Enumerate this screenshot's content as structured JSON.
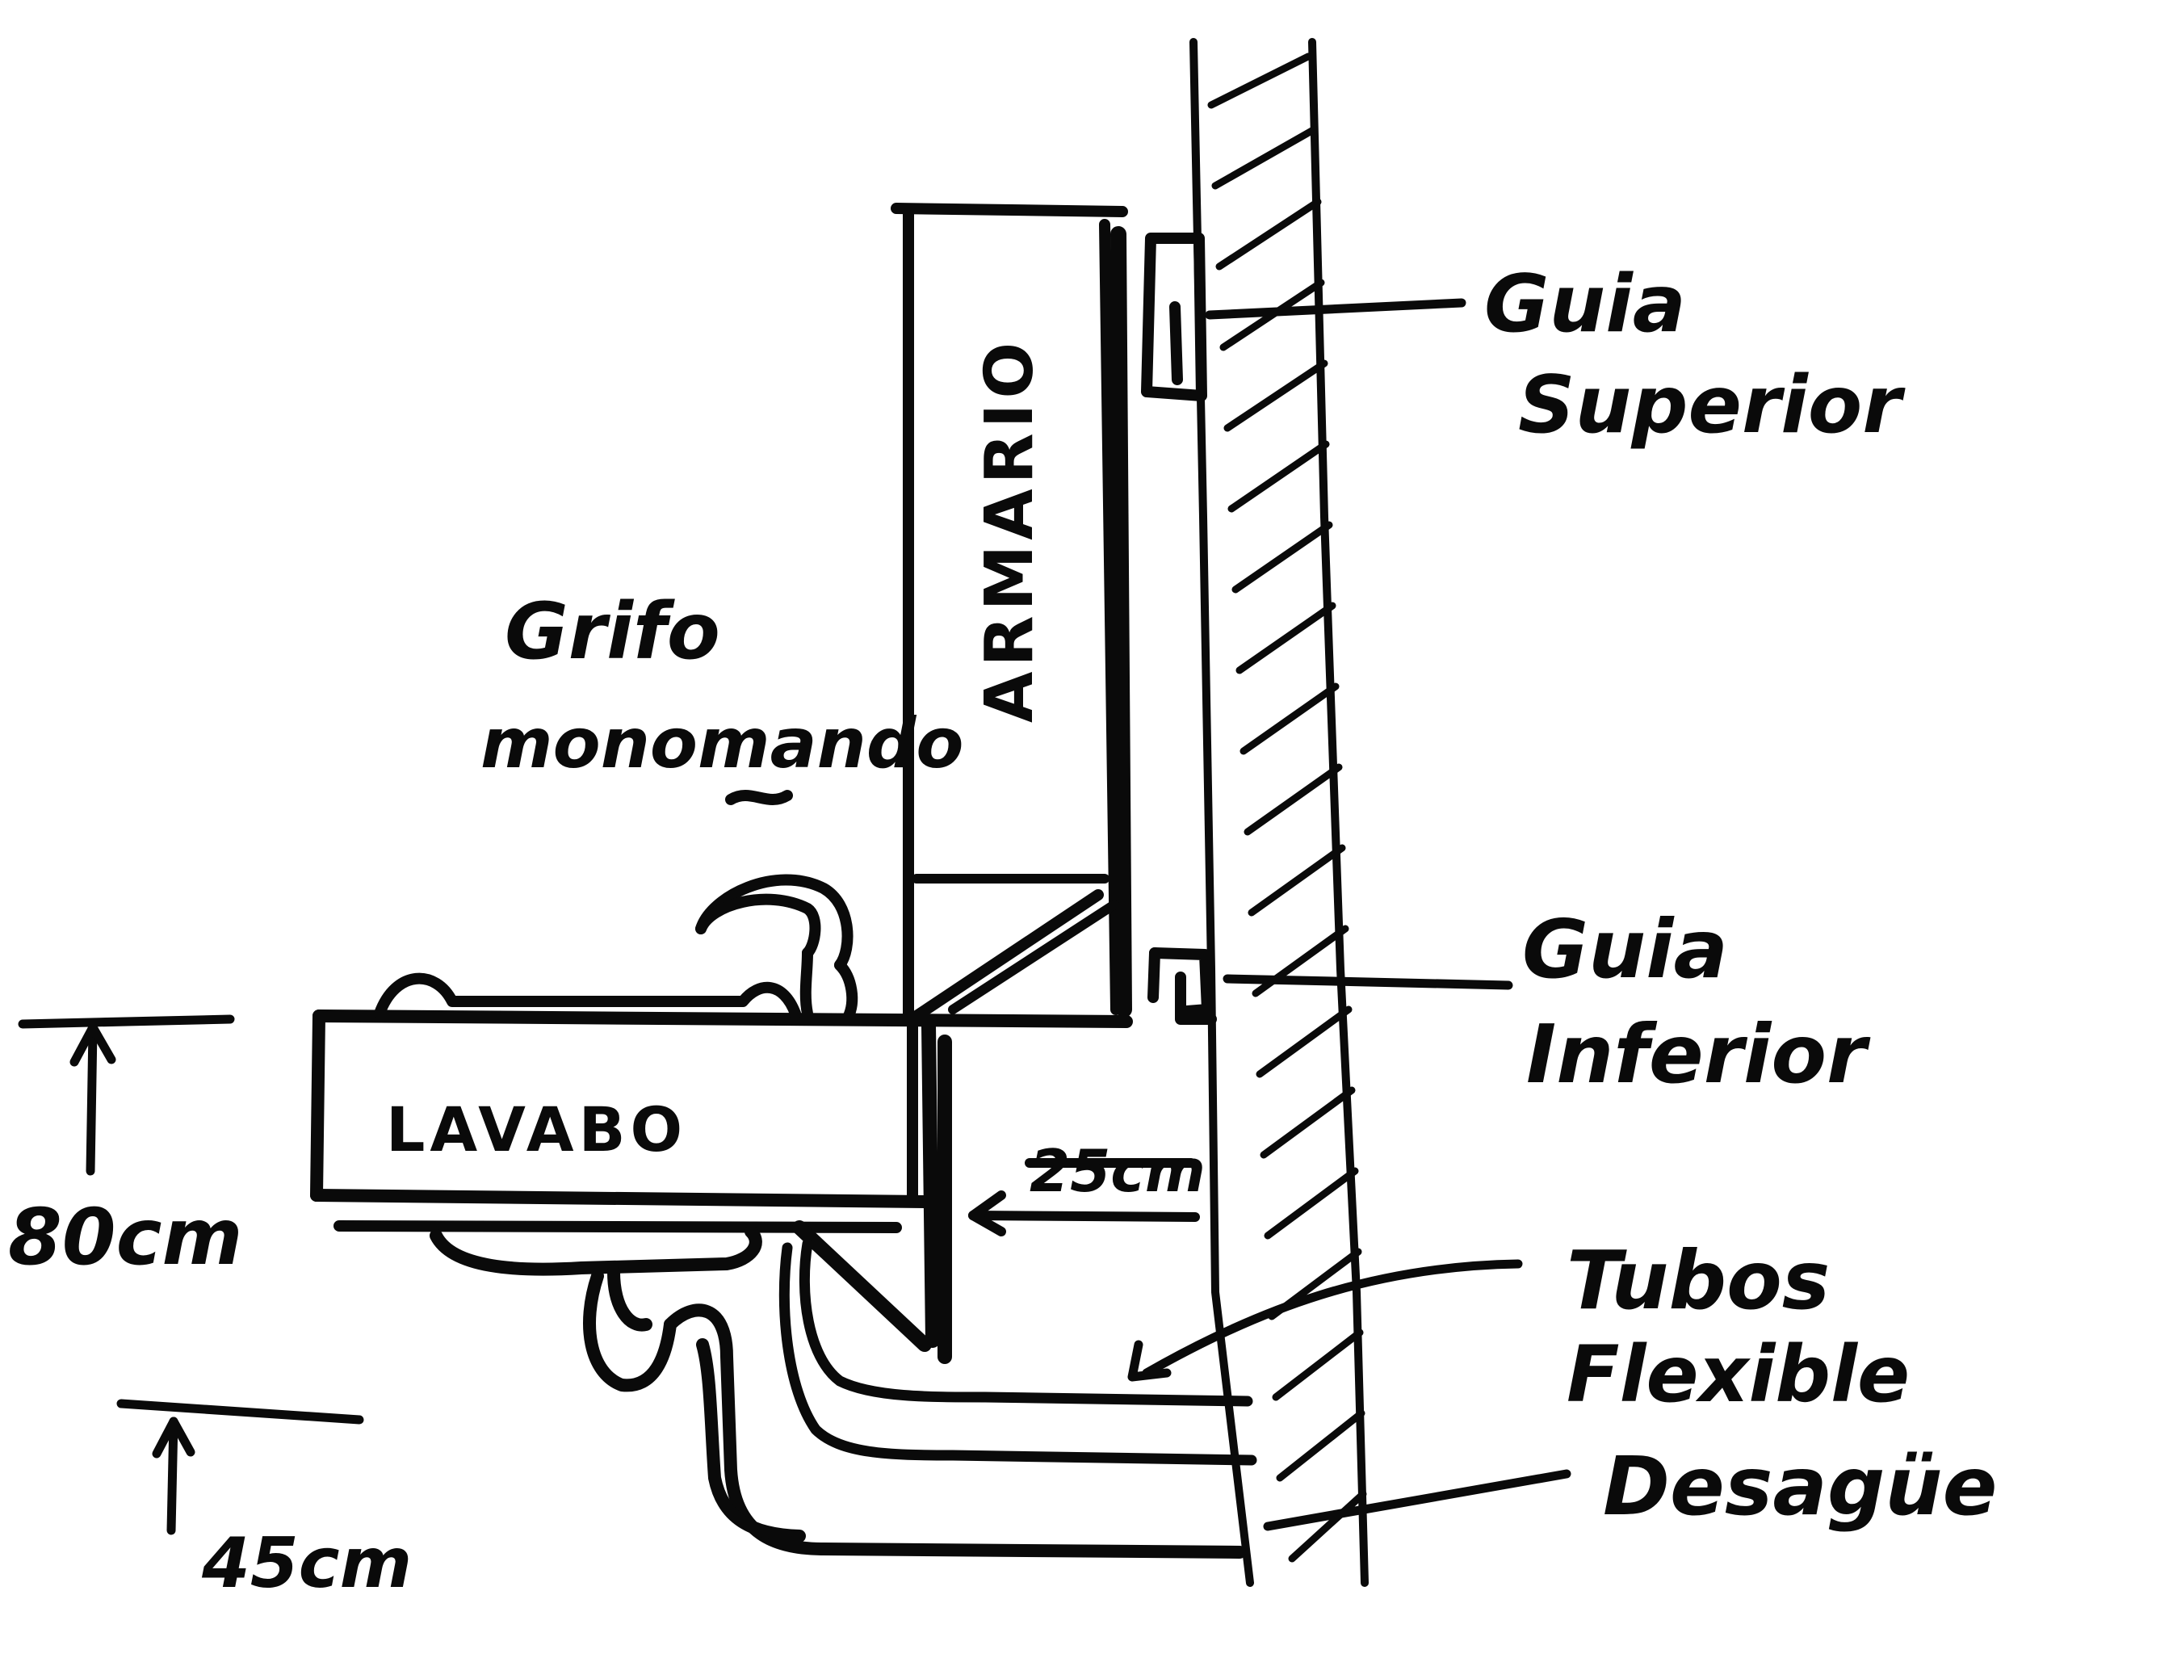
{
  "labels": {
    "armario": "ARMARIO",
    "lavabo": "LAVABO",
    "grifo_line1": "Grifo",
    "grifo_line2": "monomando",
    "guia_superior_line1": "Guia",
    "guia_superior_line2": "Superior",
    "guia_inferior_line1": "Guia",
    "guia_inferior_line2": "Inferior",
    "tubos_line1": "Tubos",
    "tubos_line2": "Flexible",
    "desague": "Desagüe",
    "dim_80": "80cm",
    "dim_45": "45cm",
    "dim_25": "25cm"
  }
}
